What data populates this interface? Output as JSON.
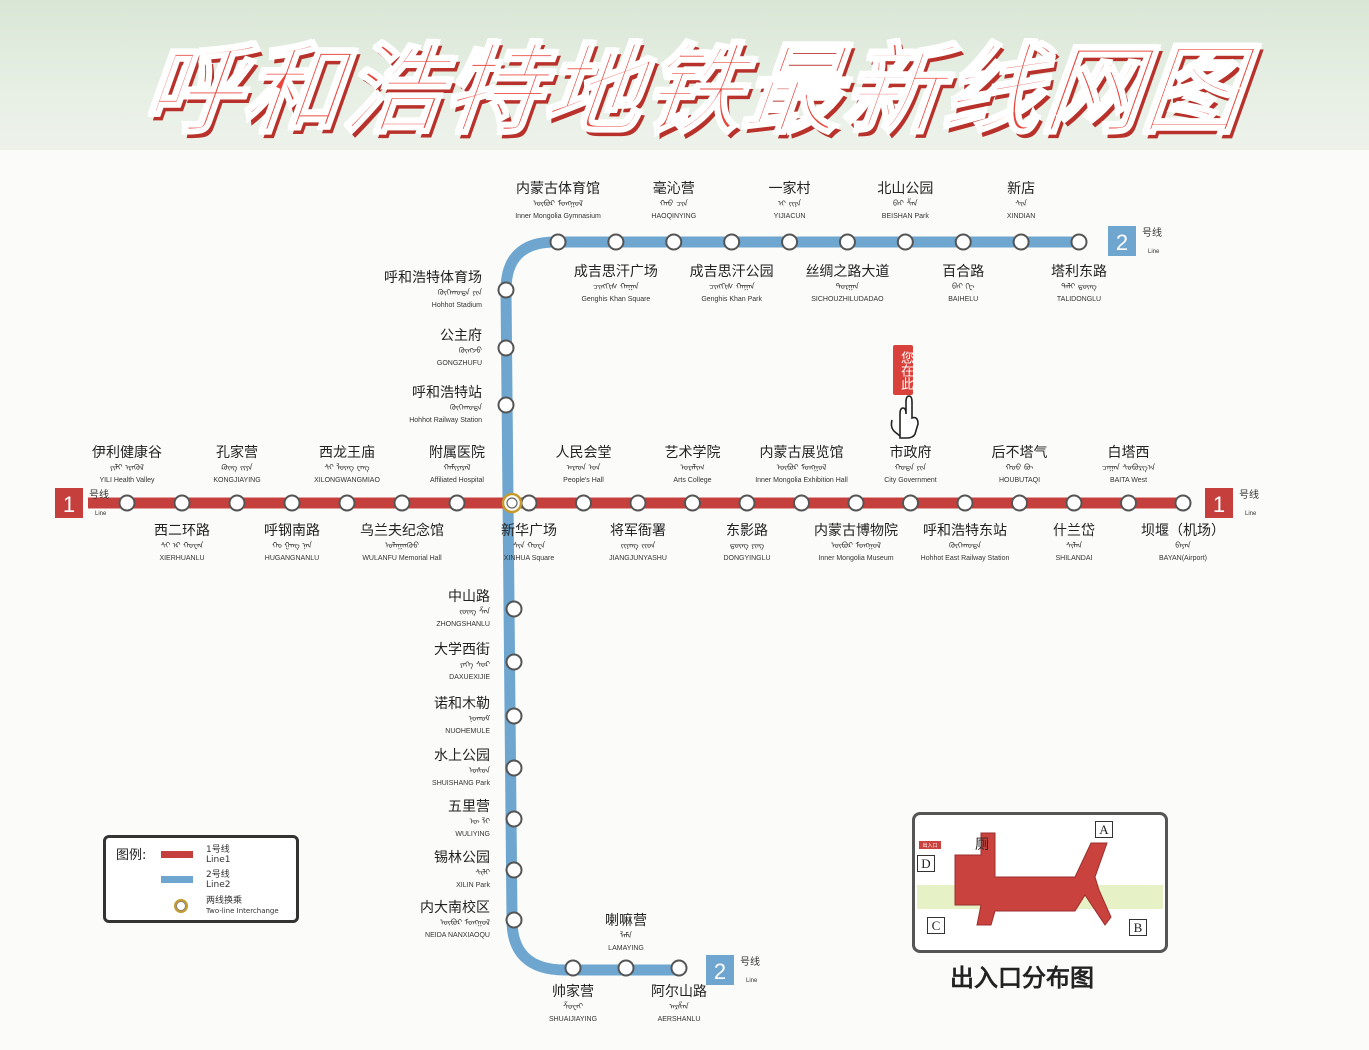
{
  "title": "呼和浩特地铁最新线网图",
  "colors": {
    "line1": "#c5403d",
    "line2": "#6ea6cf",
    "accent": "#d9423b"
  },
  "line1": {
    "number": "1",
    "suffix": "号线",
    "suffix_en": "Line",
    "stations": [
      {
        "cn": "伊利健康谷",
        "en": "YILI Health Valley",
        "mong": "ᠶᠢᠯᠢ ᠡᠷᠡᠭᠦᠯ",
        "side": "top"
      },
      {
        "cn": "西二环路",
        "en": "XIERHUANLU",
        "mong": "ᠰᠢ ᠡᠷ ᠬᠤᠸᠠᠨ",
        "side": "bottom"
      },
      {
        "cn": "孔家营",
        "en": "KONGJIAYING",
        "mong": "ᠺᠦᠩ ᠵᠢᠶᠠ",
        "side": "top"
      },
      {
        "cn": "呼钢南路",
        "en": "HUGANGNANLU",
        "mong": "ᠬᠤ ᠭᠠᠩ ᠨᠠᠨ",
        "side": "bottom"
      },
      {
        "cn": "西龙王庙",
        "en": "XILONGWANGMIAO",
        "mong": "ᠰᠢ ᠯᠦᠩ ᠸᠠᠩ",
        "side": "top"
      },
      {
        "cn": "乌兰夫纪念馆",
        "en": "WULANFU Memorial Hall",
        "mong": "ᠤᠯᠠᠭᠠᠨᠬᠦᠦ",
        "side": "bottom"
      },
      {
        "cn": "附属医院",
        "en": "Affiliated Hospital",
        "mong": "ᠬᠠᠮᠢᠶᠠᠷᠠᠯ",
        "side": "top"
      },
      {
        "cn": "新华广场",
        "en": "XINHUA Square",
        "mong": "ᠰᠢᠨ ᠬᠤᠸᠠ",
        "side": "bottom"
      },
      {
        "cn": "人民会堂",
        "en": "People's Hall",
        "mong": "ᠠᠷᠠᠳ ᠤᠨ",
        "side": "top"
      },
      {
        "cn": "将军衙署",
        "en": "JIANGJUNYASHU",
        "mong": "ᠵᠢᠶᠠᠩ ᠵᠢᠦᠨ",
        "side": "bottom"
      },
      {
        "cn": "艺术学院",
        "en": "Arts College",
        "mong": "ᠤᠷᠠᠯᠢᠭ",
        "side": "top"
      },
      {
        "cn": "东影路",
        "en": "DONGYINGLU",
        "mong": "ᠳ᠋ᠦᠩ ᠶᠢᠩ",
        "side": "bottom"
      },
      {
        "cn": "内蒙古展览馆",
        "en": "Inner Mongolia Exhibition Hall",
        "mong": "ᠦᠪᠦᠷ ᠮᠣᠩᠭᠣᠯ",
        "side": "top"
      },
      {
        "cn": "内蒙古博物院",
        "en": "Inner Mongolia Museum",
        "mong": "ᠦᠪᠦᠷ ᠮᠣᠩᠭᠣᠯ",
        "side": "bottom"
      },
      {
        "cn": "市政府",
        "en": "City Government",
        "mong": "ᠬᠣᠲᠠ ᠶᠢᠨ",
        "side": "top"
      },
      {
        "cn": "呼和浩特东站",
        "en": "Hohhot East Railway Station",
        "mong": "ᠬᠥᠬᠡᠬᠣᠲᠠ",
        "side": "bottom"
      },
      {
        "cn": "后不塔气",
        "en": "HOUBUTAQI",
        "mong": "ᠬᠣᠤ ᠪᠦ",
        "side": "top"
      },
      {
        "cn": "什兰岱",
        "en": "SHILANDAI",
        "mong": "ᠱᠢᠯᠠᠨ",
        "side": "bottom"
      },
      {
        "cn": "白塔西",
        "en": "BAITA West",
        "mong": "ᠴᠠᠭᠠᠨ ᠰᠤᠪᠤᠷᠭ᠎ᠠ",
        "side": "top"
      },
      {
        "cn": "坝堰（机场）",
        "en": "BAYAN(Airport)",
        "mong": "ᠪᠠᠶᠠᠨ",
        "side": "bottom"
      }
    ]
  },
  "line2": {
    "number": "2",
    "suffix": "号线",
    "suffix_en": "Line",
    "north_stations": [
      {
        "cn": "内蒙古体育馆",
        "en": "Inner Mongolia Gymnasium",
        "mong": "ᠦᠪᠦᠷ ᠮᠣᠩᠭᠣᠯ",
        "side": "top"
      },
      {
        "cn": "成吉思汗广场",
        "en": "Genghis Khan Square",
        "mong": "ᠴᠢᠩᠭᠢᠰ ᠬᠠᠭᠠᠨ",
        "side": "bottom"
      },
      {
        "cn": "毫沁营",
        "en": "HAOQINYING",
        "mong": "ᠬᠠᠣ ᠴᠢᠨ",
        "side": "top"
      },
      {
        "cn": "成吉思汗公园",
        "en": "Genghis Khan Park",
        "mong": "ᠴᠢᠩᠭᠢᠰ ᠬᠠᠭᠠᠨ",
        "side": "bottom"
      },
      {
        "cn": "一家村",
        "en": "YIJIACUN",
        "mong": "ᠢ ᠵᠢᠶᠠ",
        "side": "top"
      },
      {
        "cn": "丝绸之路大道",
        "en": "SICHOUZHILUDADAO",
        "mong": "ᠲᠣᠷᠭᠠᠨ",
        "side": "bottom"
      },
      {
        "cn": "北山公园",
        "en": "BEISHAN Park",
        "mong": "ᠪᠡᠢ ᠱᠠᠨ",
        "side": "top"
      },
      {
        "cn": "百合路",
        "en": "BAIHELU",
        "mong": "ᠪᠠᠢ ᠬᠧ",
        "side": "bottom"
      },
      {
        "cn": "新店",
        "en": "XINDIAN",
        "mong": "ᠰᠢᠨ",
        "side": "top"
      },
      {
        "cn": "塔利东路",
        "en": "TALIDONGLU",
        "mong": "ᠲᠠᠯᠢ ᠳ᠋ᠦᠩ",
        "side": "bottom"
      }
    ],
    "trunk_stations": [
      {
        "cn": "呼和浩特体育场",
        "en": "Hohhot Stadium",
        "mong": "ᠬᠥᠬᠡᠬᠣᠲᠠ ᠶᠢᠨ"
      },
      {
        "cn": "公主府",
        "en": "GONGZHUFU",
        "mong": "ᠭᠦᠩᠵᠦ"
      },
      {
        "cn": "呼和浩特站",
        "en": "Hohhot Railway Station",
        "mong": "ᠬᠥᠬᠡᠬᠣᠲᠠ"
      },
      {
        "cn": "中山路",
        "en": "ZHONGSHANLU",
        "mong": "ᠵᠦᠩ ᠱᠠᠨ"
      },
      {
        "cn": "大学西街",
        "en": "DAXUEXIJIE",
        "mong": "ᠶᠡᠬᠡ ᠰᠤᠷ"
      },
      {
        "cn": "诺和木勒",
        "en": "NUOHEMULE",
        "mong": "ᠨᠣᠬᠣᠮ"
      },
      {
        "cn": "水上公园",
        "en": "SHUISHANG Park",
        "mong": "ᠤᠰᠤᠨ"
      },
      {
        "cn": "五里营",
        "en": "WULIYING",
        "mong": "ᠦ ᠯᠢ"
      },
      {
        "cn": "锡林公园",
        "en": "XILIN Park",
        "mong": "ᠰᠢᠯᠢ"
      },
      {
        "cn": "内大南校区",
        "en": "NEIDA NANXIAOQU",
        "mong": "ᠦᠪᠦᠷ ᠮᠣᠩᠭᠣᠯ"
      }
    ],
    "south_stations": [
      {
        "cn": "帅家营",
        "en": "SHUAIJIAYING",
        "mong": "ᠱᠤᠸᠠᠢ",
        "side": "bottom"
      },
      {
        "cn": "喇嘛营",
        "en": "LAMAYING",
        "mong": "ᠯᠠᠮᠠ",
        "side": "top"
      },
      {
        "cn": "阿尔山路",
        "en": "AERSHANLU",
        "mong": "ᠠᠷᠱᠠᠨ",
        "side": "bottom"
      }
    ]
  },
  "legend": {
    "title": "图例:",
    "line1_cn": "1号线",
    "line1_en": "Line1",
    "line2_cn": "2号线",
    "line2_en": "Line2",
    "transfer_cn": "两线换乘",
    "transfer_en": "Two-line Interchange"
  },
  "you_are_here": "您在此",
  "exit_map": {
    "caption": "出入口分布图",
    "exits": [
      "A",
      "B",
      "C",
      "D"
    ],
    "toilet": "厕",
    "red_tag": "出入口"
  }
}
